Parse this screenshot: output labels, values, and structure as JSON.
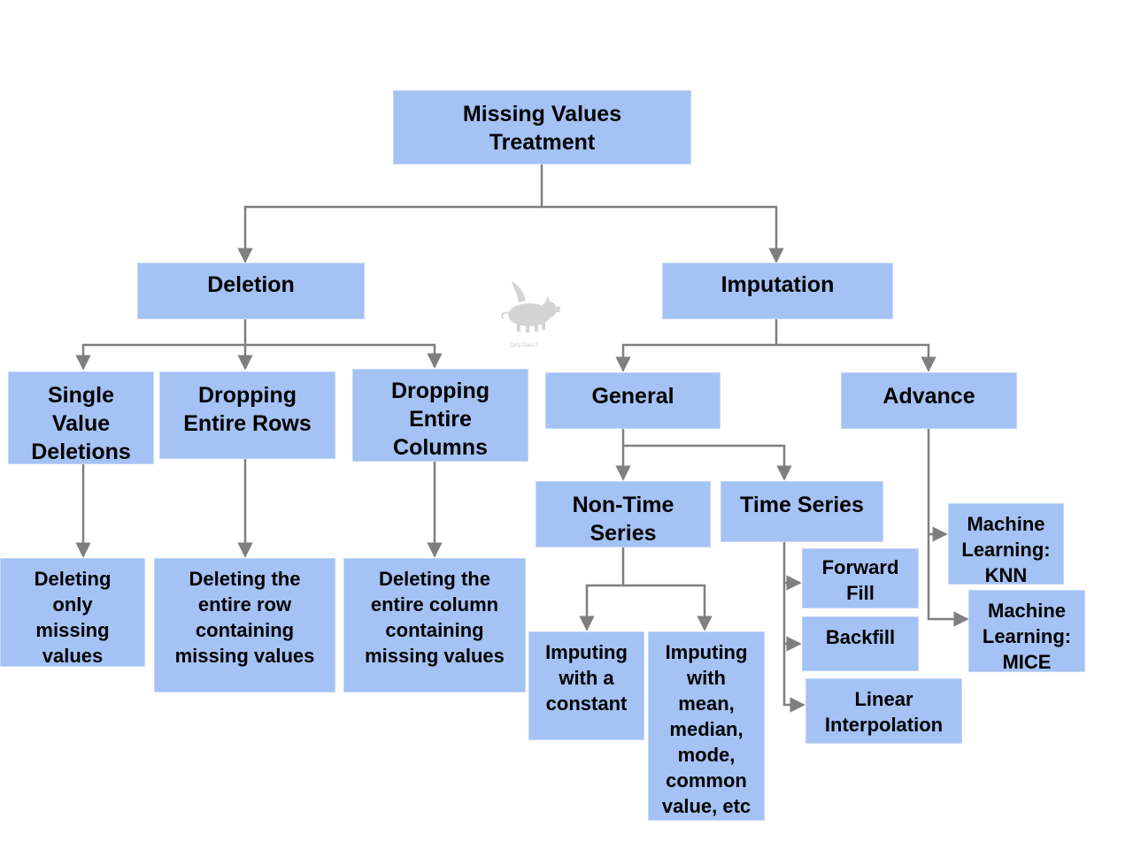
{
  "nodes": {
    "root": "Missing Values\nTreatment",
    "deletion": "Deletion",
    "imputation": "Imputation",
    "single_value_deletions": "Single\nValue\nDeletions",
    "dropping_entire_rows": "Dropping\nEntire Rows",
    "dropping_entire_columns": "Dropping\nEntire\nColumns",
    "general": "General",
    "advance": "Advance",
    "deleting_only_missing": "Deleting\nonly\nmissing\nvalues",
    "deleting_entire_row": "Deleting the\nentire row\ncontaining\nmissing values",
    "deleting_entire_column": "Deleting the\nentire column\ncontaining\nmissing values",
    "non_time_series": "Non-Time\nSeries",
    "time_series": "Time Series",
    "imputing_constant": "Imputing\nwith a\nconstant",
    "imputing_mean": "Imputing\nwith\nmean,\nmedian,\nmode,\ncommon\nvalue, etc",
    "forward_fill": "Forward\nFill",
    "backfill": "Backfill",
    "linear_interpolation": "Linear\nInterpolation",
    "ml_knn": "Machine\nLearning:\nKNN",
    "ml_mice": "Machine\nLearning:\nMICE"
  },
  "watermark": {
    "icon": "flying-pig-icon",
    "text": "Dirty Data ?"
  },
  "colors": {
    "node_fill": "#a4c2f4",
    "connector": "#7f7f7f",
    "watermark": "#c9c9c9"
  }
}
